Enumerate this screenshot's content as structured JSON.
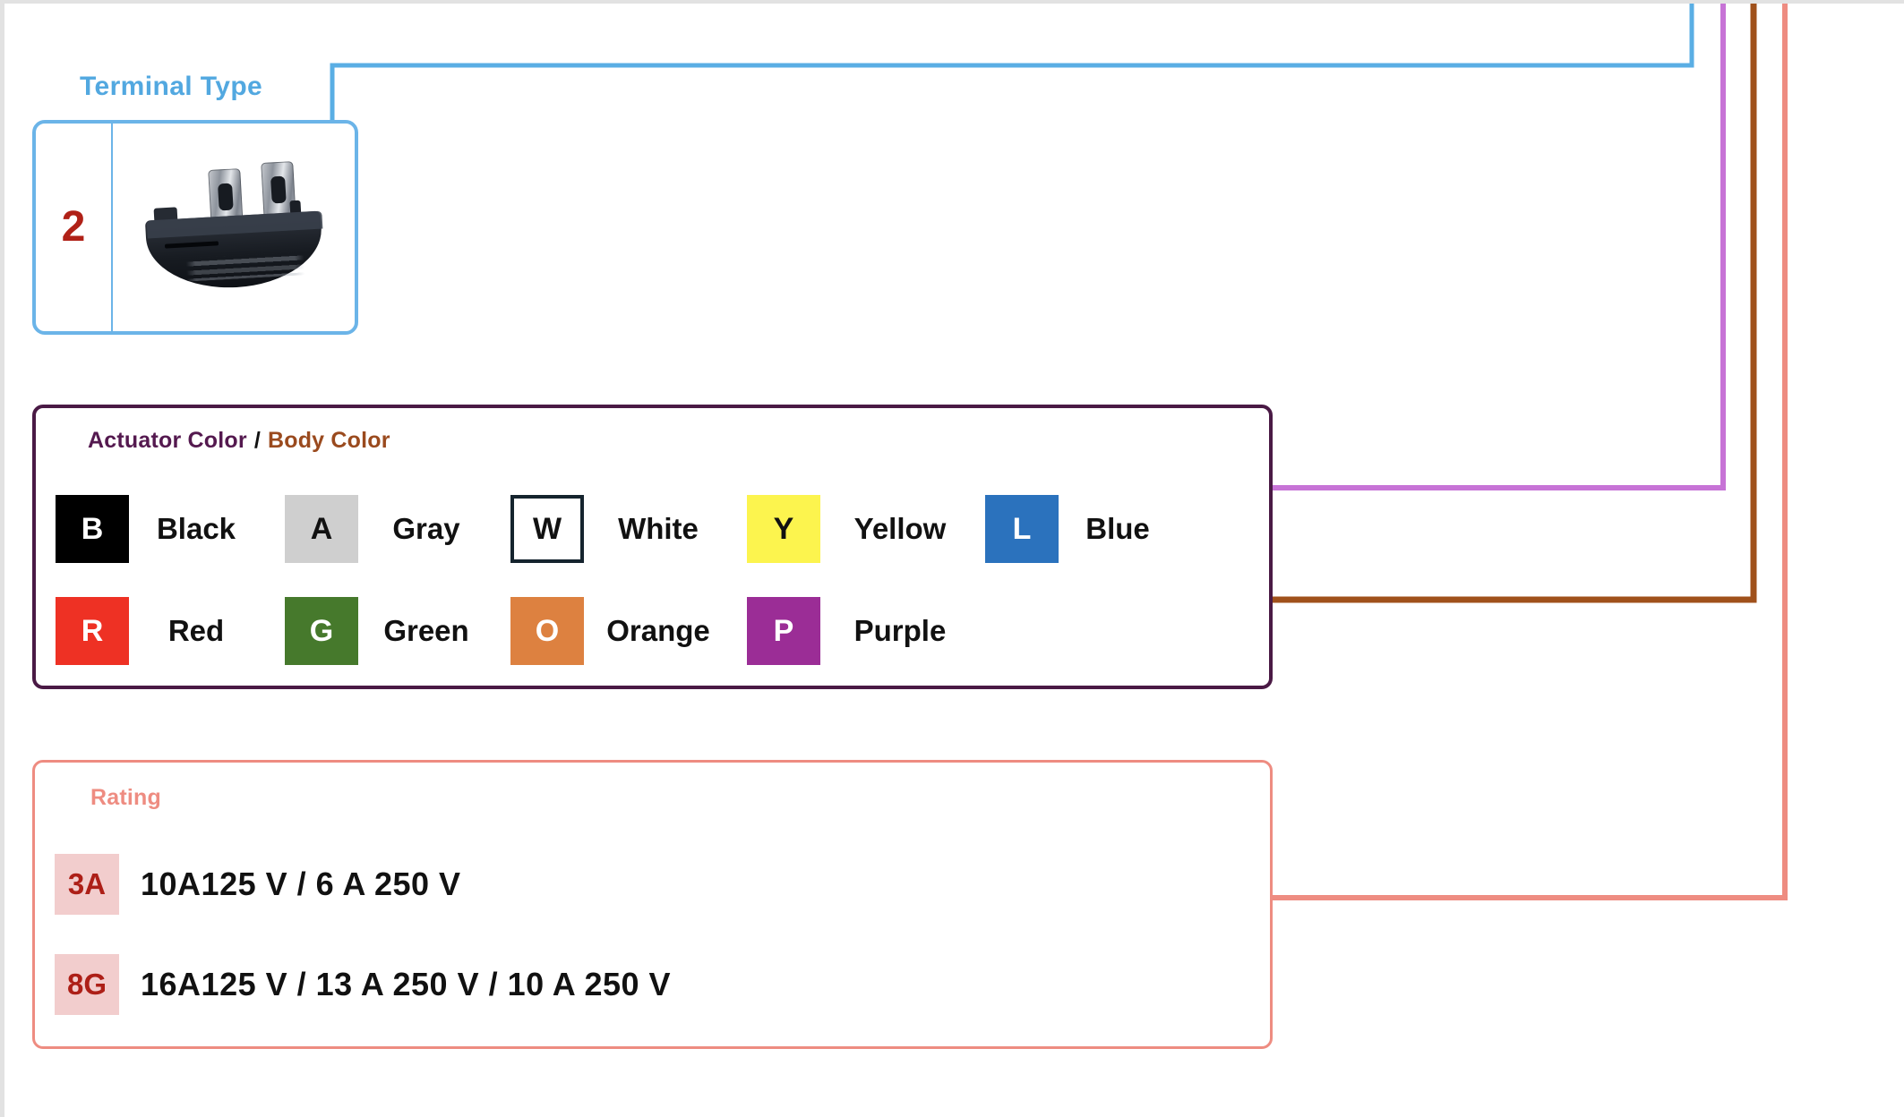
{
  "terminal": {
    "label": "Terminal Type",
    "accent": "#6bb4e8",
    "code": "2",
    "image_alt": "rocker-switch-two-terminal"
  },
  "color_panel": {
    "title_actuator": "Actuator Color",
    "title_separator": "/",
    "title_body": "Body Color",
    "accent": "#4a1a45",
    "actuator_title_color": "#54194f",
    "body_title_color": "#9a4a1e",
    "rows": [
      [
        {
          "code": "B",
          "name": "Black",
          "swatch_bg": "#000000",
          "code_color": "#ffffff",
          "outlined": false
        },
        {
          "code": "A",
          "name": "Gray",
          "swatch_bg": "#cfcfcf",
          "code_color": "#111111",
          "outlined": false
        },
        {
          "code": "W",
          "name": "White",
          "swatch_bg": "#ffffff",
          "code_color": "#111111",
          "outlined": true
        },
        {
          "code": "Y",
          "name": "Yellow",
          "swatch_bg": "#fcf44e",
          "code_color": "#111111",
          "outlined": false
        },
        {
          "code": "L",
          "name": "Blue",
          "swatch_bg": "#2b72bd",
          "code_color": "#ffffff",
          "outlined": false
        }
      ],
      [
        {
          "code": "R",
          "name": "Red",
          "swatch_bg": "#ee3124",
          "code_color": "#ffffff",
          "outlined": false
        },
        {
          "code": "G",
          "name": "Green",
          "swatch_bg": "#46792c",
          "code_color": "#ffffff",
          "outlined": false
        },
        {
          "code": "O",
          "name": "Orange",
          "swatch_bg": "#dd8140",
          "code_color": "#ffffff",
          "outlined": false
        },
        {
          "code": "P",
          "name": "Purple",
          "swatch_bg": "#9b2d96",
          "code_color": "#ffffff",
          "outlined": false
        }
      ]
    ]
  },
  "rating_panel": {
    "title": "Rating",
    "accent": "#ee8c81",
    "rows": [
      {
        "code": "3A",
        "text": "10A125 V /  6 A 250 V"
      },
      {
        "code": "8G",
        "text": "16A125 V /  13 A 250 V /  10 A 250 V"
      }
    ]
  },
  "connectors": [
    {
      "name": "terminal-connector",
      "color": "#5aaee4"
    },
    {
      "name": "actuator-connector",
      "color": "#c773d6"
    },
    {
      "name": "body-connector",
      "color": "#a0511b"
    },
    {
      "name": "rating-connector",
      "color": "#ee8c81"
    }
  ]
}
